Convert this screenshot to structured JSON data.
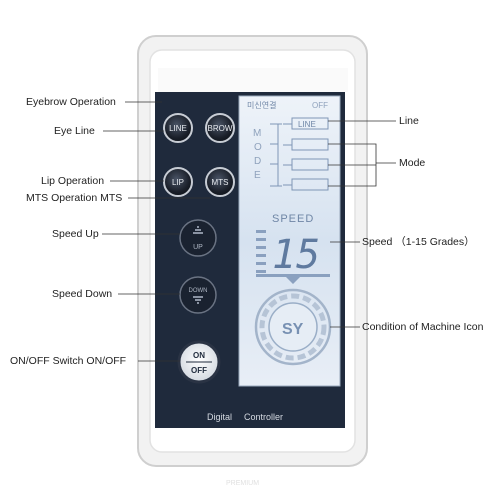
{
  "device": {
    "status_text": "미신연결",
    "off_text": "OFF",
    "mode_letters": [
      "M",
      "O",
      "D",
      "E"
    ],
    "mode_box_labels": [
      "LINE",
      "",
      "",
      ""
    ],
    "speed_title": "SPEED",
    "speed_value": "15",
    "logo_text": "SY",
    "footer_digital": "Digital",
    "footer_controller": "Controller",
    "bottom_faint": "PREMIUM"
  },
  "buttons": {
    "line": "LINE",
    "brow": "BROW",
    "lip": "LIP",
    "mts": "MTS",
    "up": "UP",
    "down": "DOWN",
    "on": "ON",
    "off": "OFF"
  },
  "callouts": {
    "left": [
      "Eyebrow Operation",
      "Eye Line",
      "Lip Operation",
      "MTS Operation MTS",
      "Speed Up",
      "Speed Down",
      "ON/OFF Switch ON/OFF"
    ],
    "right": [
      "Line",
      "Mode",
      "Speed （1-15 Grades）",
      "Condition of Machine Icon"
    ]
  },
  "colors": {
    "panel_dark": "#1f2a3c",
    "lcd_light": "#dbe6f3",
    "lcd_ink": "#6f86a6",
    "frame": "#e6e6e6"
  }
}
